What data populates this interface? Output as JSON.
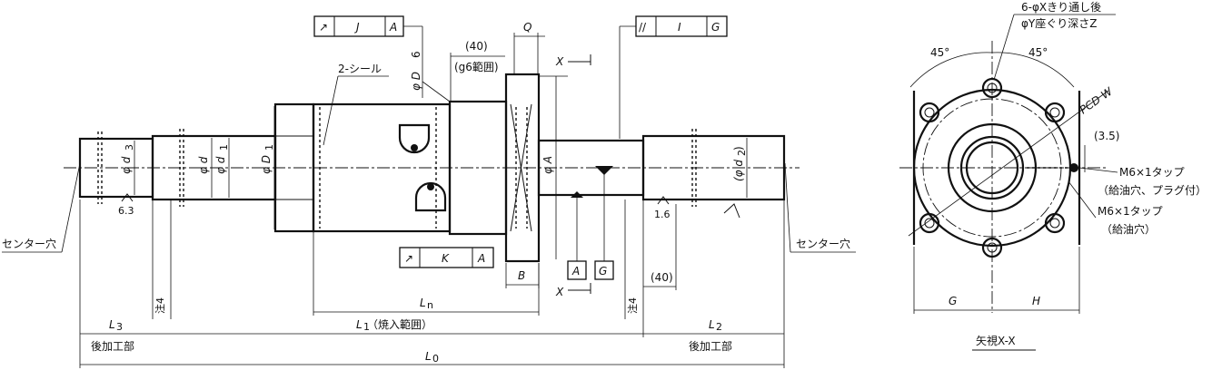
{
  "labels": {
    "center_hole_left": "センター穴",
    "center_hole_right": "センター穴",
    "seal": "2-シール",
    "seal_d": "φ D",
    "seal_d_sub": "6",
    "g6_len": "(40)",
    "g6_range": "(g6範囲)",
    "q": "Q",
    "b": "B",
    "x_top": "X",
    "x_bottom": "X",
    "d3": "φ d",
    "d3_sub": "3",
    "d": "φ d",
    "d1": "φ d",
    "d1_sub": "1",
    "D1": "φ D",
    "D1_sub": "1",
    "A": "φ A",
    "d2": "(φ d",
    "d2_sub": "2",
    "d2_close": ")",
    "rough_left": "6.3",
    "rough_right": "1.6",
    "note4_a": "注4",
    "note4_b": "注4",
    "len_40": "(40)",
    "Ln": "L",
    "Ln_sub": "n",
    "L1": "L",
    "L1_sub": "1",
    "L1_note": "（焼入範囲）",
    "L3": "L",
    "L3_sub": "3",
    "L2": "L",
    "L2_sub": "2",
    "L0": "L",
    "L0_sub": "0",
    "rear_left": "後加工部",
    "rear_right": "後加工部",
    "view_title": "矢視X-X",
    "hole_note1": "6-φXきり通し後",
    "hole_note2": "φY座ぐり深さZ",
    "angle1": "45°",
    "angle2": "45°",
    "pcd": "PCD W",
    "dim_35": "(3.5)",
    "tap1_a": "M6×1タップ",
    "tap1_b": "（給油穴、プラグ付）",
    "tap2_a": "M6×1タップ",
    "tap2_b": "（給油穴）",
    "G": "G",
    "H": "H"
  },
  "fcf": {
    "J": {
      "sym": "↗",
      "tol": "J",
      "ref": "A"
    },
    "K": {
      "sym": "↗",
      "tol": "K",
      "ref": "A"
    },
    "I": {
      "sym": "//",
      "tol": "I",
      "ref": "G"
    },
    "datumA": "A",
    "datumG": "G"
  }
}
